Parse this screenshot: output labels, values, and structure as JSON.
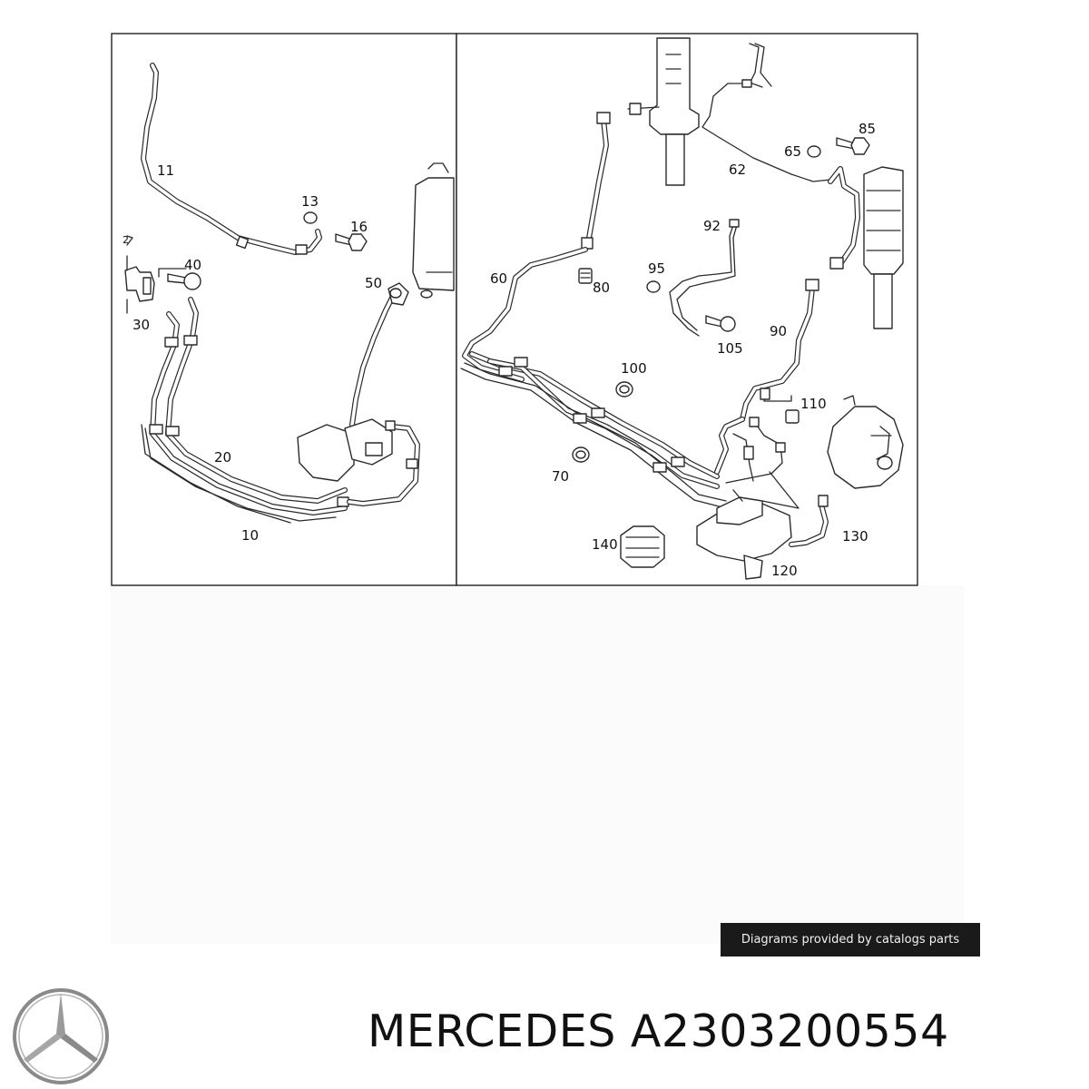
{
  "diagram": {
    "labels": {
      "p11": "11",
      "p13": "13",
      "p16": "16",
      "p40": "40",
      "p2": "2",
      "p30": "30",
      "p50": "50",
      "p20": "20",
      "p10": "10",
      "p60": "60",
      "p80": "80",
      "p62": "62",
      "p65": "65",
      "p85": "85",
      "p92": "92",
      "p95": "95",
      "p105": "105",
      "p90": "90",
      "p100": "100",
      "p110": "110",
      "p70": "70",
      "p130": "130",
      "p140": "140",
      "p120": "120"
    }
  },
  "credit": {
    "text": "Diagrams provided by catalogs parts"
  },
  "footer": {
    "title": "MERCEDES A2303200554"
  },
  "logo": {
    "icon": "mercedes-star-icon",
    "color": "#8a8a8a"
  }
}
